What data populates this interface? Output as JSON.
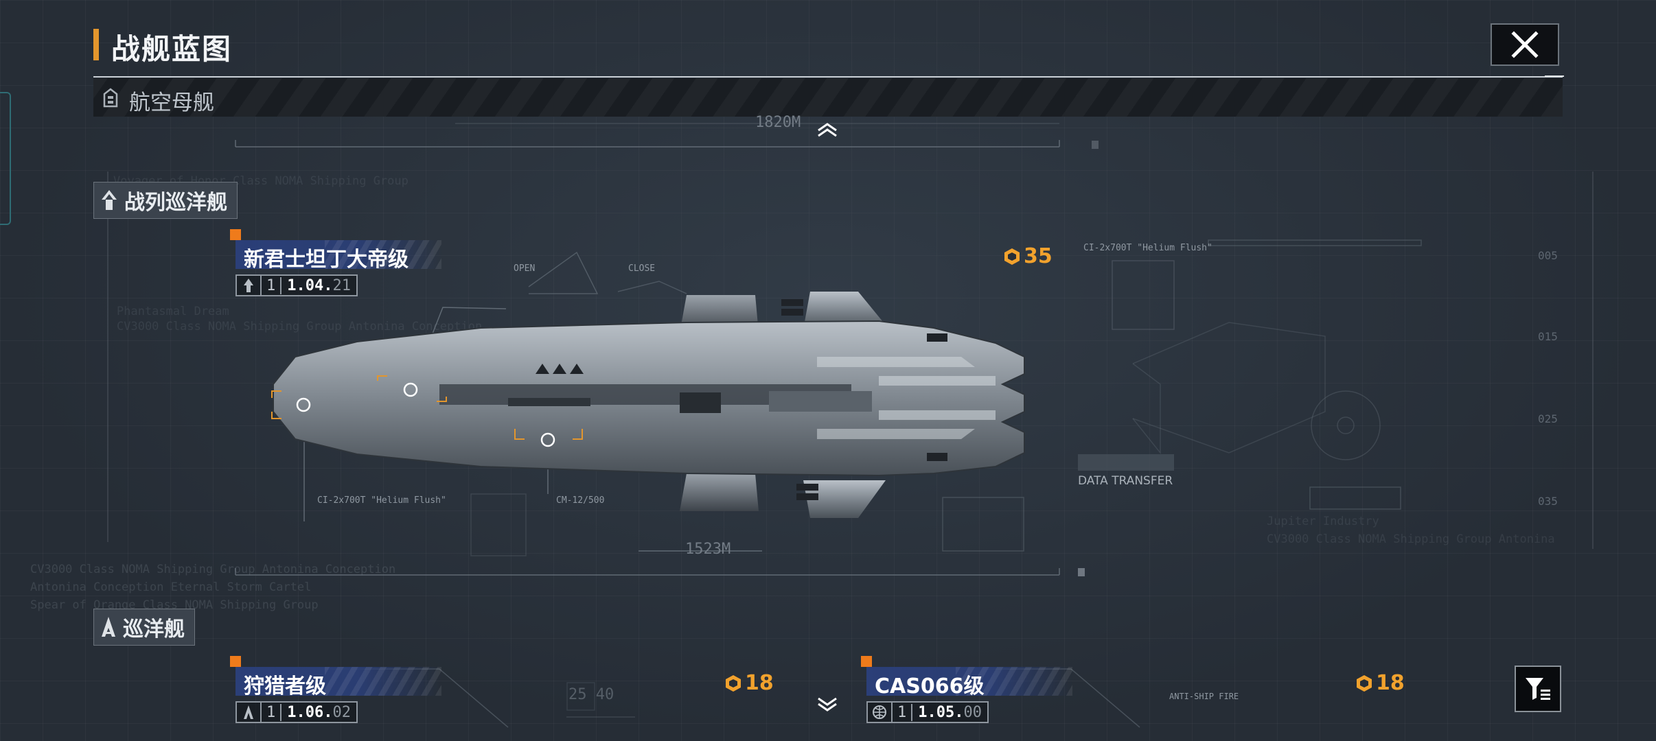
{
  "header": {
    "title": "战舰蓝图"
  },
  "carrier_bar": {
    "label": "航空母舰"
  },
  "categories": {
    "battlecruiser": {
      "label": "战列巡洋舰"
    },
    "cruiser": {
      "label": "巡洋舰"
    }
  },
  "ships": [
    {
      "name": "新君士坦丁大帝级",
      "tier": "1",
      "version_main": "1.04",
      "version_sub": "21",
      "cost": "35",
      "class_icon": "battlecruiser-icon"
    },
    {
      "name": "狩猎者级",
      "tier": "1",
      "version_main": "1.06",
      "version_sub": "02",
      "cost": "18",
      "class_icon": "cruiser-icon"
    },
    {
      "name": "CAS066级",
      "tier": "1",
      "version_main": "1.05",
      "version_sub": "00",
      "cost": "18",
      "class_icon": "globe-icon"
    }
  ],
  "blueprint": {
    "length_top": "1820M",
    "length_bottom": "1523M",
    "data_transfer": "DATA TRANSFER",
    "weapon_main": "CI-2x700T \"Helium Flush\"",
    "weapon_left": "CI-2x700T \"Helium Flush\"",
    "weapon_mid": "CM-12/500",
    "label_open": "OPEN",
    "label_close": "CLOSE",
    "anti_ship": "ANTI-SHIP FIRE",
    "rack_code": "25 40"
  },
  "background_text": [
    "Voyager of Honor Class NOMA Shipping Group",
    "Phantasmal Dream",
    "CV3000 Class NOMA Shipping Group Antonina Conception",
    "CV3000 Class NOMA Shipping Group Antonina Conception",
    "Antonina Conception Eternal Storm Cartel",
    "Spear of Orange Class NOMA Shipping Group",
    "Jupiter Industry",
    "CV3000 Class NOMA Shipping Group Antonina"
  ],
  "colors": {
    "accent_orange": "#ef7b1b",
    "cost_gold": "#f2a22d",
    "nameplate_blue": "#2b3f78",
    "background": "#262d36"
  },
  "icons": {
    "close": "close-icon",
    "filter": "filter-icon",
    "chevron_up": "chevron-up-icon",
    "chevron_down": "chevron-down-icon",
    "cost": "resource-cube-icon"
  }
}
